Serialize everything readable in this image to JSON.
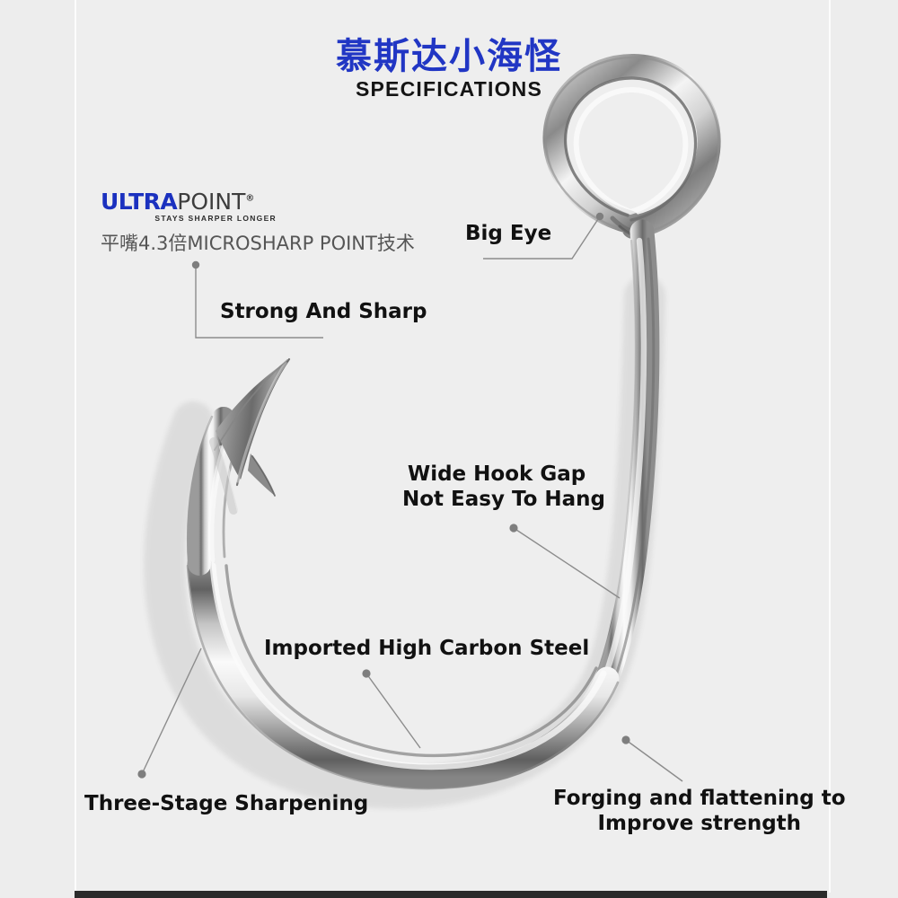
{
  "header": {
    "brand_title": "慕斯达小海怪",
    "subtitle": "SPECIFICATIONS",
    "brand_color": "#2136c4",
    "subtitle_color": "#141414"
  },
  "logo": {
    "word_primary": "ULTRA",
    "word_secondary": "POINT",
    "registered_mark": "®",
    "tagline": "STAYS SHARPER LONGER",
    "chinese_caption": "平嘴4.3倍MICROSHARP POINT技术",
    "primary_color": "#1b31bf",
    "secondary_color": "#3d3d3d",
    "caption_color": "#555555"
  },
  "callouts": [
    {
      "id": "strong-sharp",
      "text": "Strong And Sharp"
    },
    {
      "id": "big-eye",
      "text": "Big Eye"
    },
    {
      "id": "wide-gap-line1",
      "text": "Wide Hook Gap"
    },
    {
      "id": "wide-gap-line2",
      "text": "Not Easy To Hang"
    },
    {
      "id": "imported-steel",
      "text": "Imported High Carbon Steel"
    },
    {
      "id": "three-stage",
      "text": "Three-Stage Sharpening"
    },
    {
      "id": "forging-line1",
      "text": "Forging and flattening to"
    },
    {
      "id": "forging-line2",
      "text": "Improve strength"
    }
  ],
  "product": {
    "name": "fishing-hook",
    "description": "inline-eye forged high carbon steel fishing hook",
    "metal_light": "#f2f2f2",
    "metal_mid": "#b7b7b7",
    "metal_dark": "#6e6e6e",
    "metal_shadow": "#4a4a4a"
  },
  "theme": {
    "page_background": "#ededed",
    "panel_background": "#eeeeee",
    "panel_edge": "#fcfcfc",
    "bottom_bar": "#2b2b2b",
    "leader_line": "#8c8c8c",
    "leader_dot": "#7e7e7e"
  }
}
